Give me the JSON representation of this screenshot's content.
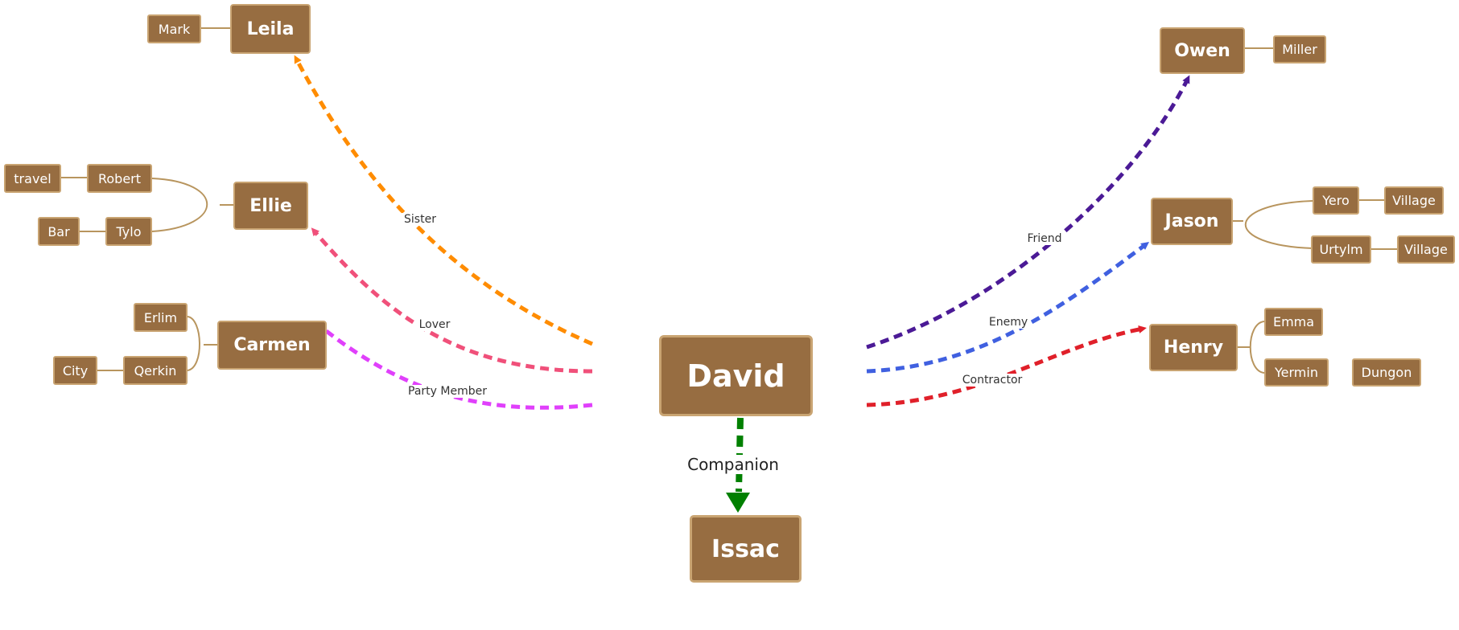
{
  "center": {
    "label": "David"
  },
  "nodes": {
    "leila": "Leila",
    "ellie": "Ellie",
    "carmen": "Carmen",
    "issac": "Issac",
    "owen": "Owen",
    "jason": "Jason",
    "henry": "Henry",
    "mark": "Mark",
    "travel": "travel",
    "robert": "Robert",
    "bar": "Bar",
    "tylo": "Tylo",
    "erlim": "Erlim",
    "city": "City",
    "qerkin": "Qerkin",
    "miller": "Miller",
    "yero": "Yero",
    "village1": "Village",
    "urtylm": "Urtylm",
    "village2": "Village",
    "emma": "Emma",
    "yermin": "Yermin",
    "dungon": "Dungon"
  },
  "relations": {
    "sister": {
      "label": "Sister",
      "color": "#ff8c00"
    },
    "lover": {
      "label": "Lover",
      "color": "#f0507a"
    },
    "party": {
      "label": "Party Member",
      "color": "#e040fb"
    },
    "companion": {
      "label": "Companion",
      "color": "#008000"
    },
    "friend": {
      "label": "Friend",
      "color": "#4b1a96"
    },
    "enemy": {
      "label": "Enemy",
      "color": "#4060e0"
    },
    "contractor": {
      "label": "Contractor",
      "color": "#e0202a"
    }
  },
  "colors": {
    "node_fill": "#976d41",
    "node_border": "#c9a472",
    "connector": "#b8955e"
  }
}
